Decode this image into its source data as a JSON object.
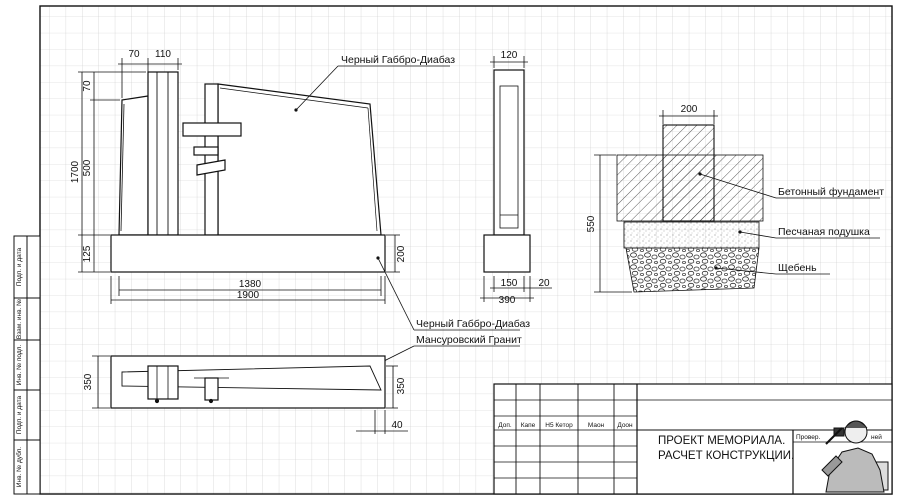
{
  "materials": {
    "gabbro_top": "Черный Габбро-Диабаз",
    "gabbro_bottom": "Черный Габбро-Диабаз",
    "mansurovsky": "Мансуровский Гранит"
  },
  "front_view": {
    "dims": {
      "w70": "70",
      "w110": "110",
      "h70": "70",
      "h500": "500",
      "h1700": "1700",
      "h125": "125",
      "h200": "200",
      "w1380": "1380",
      "w1900": "1900"
    }
  },
  "side_view": {
    "dims": {
      "w120": "120",
      "w150": "150",
      "w20": "20",
      "w390": "390"
    }
  },
  "plan_view": {
    "dims": {
      "d350_left": "350",
      "d350_right": "350",
      "d40": "40"
    }
  },
  "foundation": {
    "dims": {
      "w200": "200",
      "h550": "550"
    },
    "labels": {
      "concrete": "Бетонный фундамент",
      "sand": "Песчаная подушка",
      "gravel": "Щебень"
    }
  },
  "sidebar": {
    "labels": [
      "Подп. и дата",
      "Взам. инв. №",
      "Инв. № подл.",
      "Подп. и дата",
      "Инв. № дубл."
    ]
  },
  "title_block": {
    "columns": [
      "Доп.",
      "Капе",
      "Н5 Кетор",
      "Маон",
      "Доон"
    ],
    "title_line1": "ПРОЕКТ МЕМОРИАЛА.",
    "title_line2": "РАСЧЕТ КОНСТРУКЦИИ.",
    "prover_label": "Провер.",
    "right_label": "ней"
  }
}
